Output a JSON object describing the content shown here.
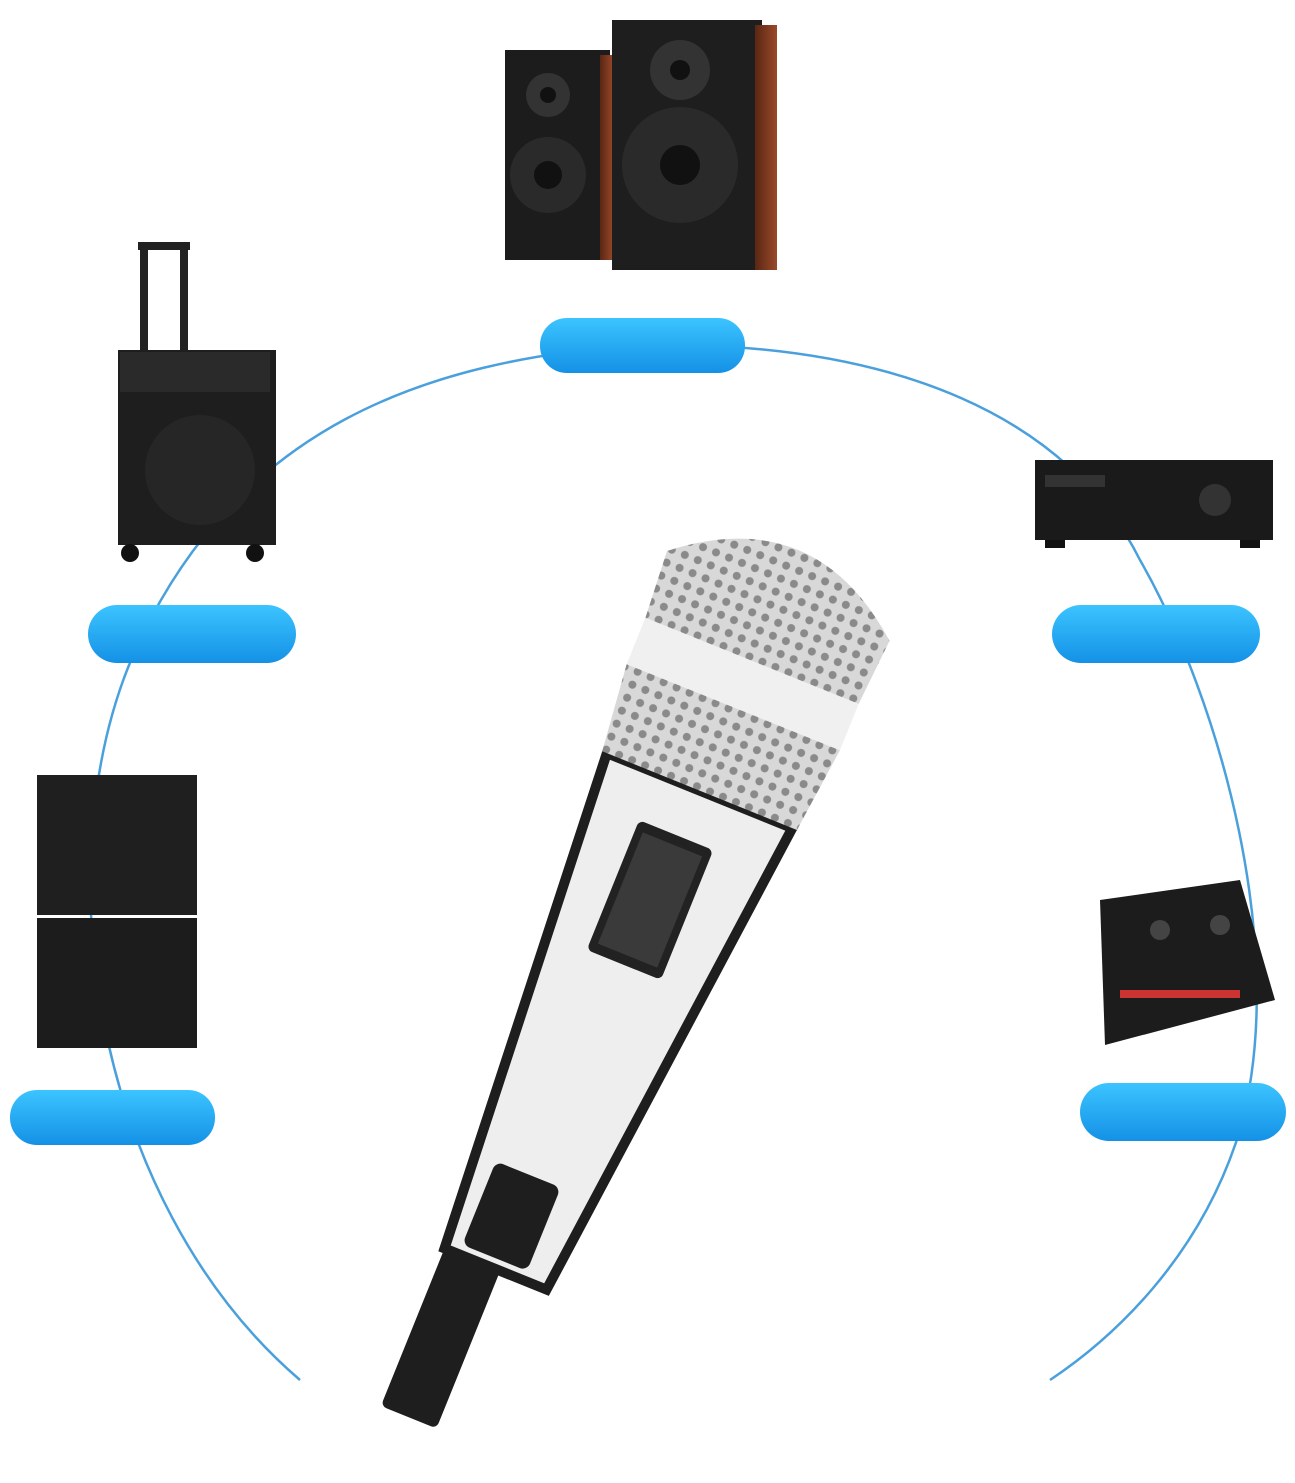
{
  "colors": {
    "background": "#ffffff",
    "connector_line": "#2a8fd6",
    "label_pill": "#1aa3f0",
    "label_pill_light": "#39c2ff",
    "device_dark": "#1c1c1c",
    "wood": "#7a3a22",
    "mic_body": "#eeeeee"
  },
  "labels": [
    {
      "id": "bookshelf-speakers",
      "text": ""
    },
    {
      "id": "trolley-speaker",
      "text": ""
    },
    {
      "id": "av-receiver",
      "text": ""
    },
    {
      "id": "stage-monitor",
      "text": ""
    },
    {
      "id": "sound-card",
      "text": ""
    }
  ]
}
